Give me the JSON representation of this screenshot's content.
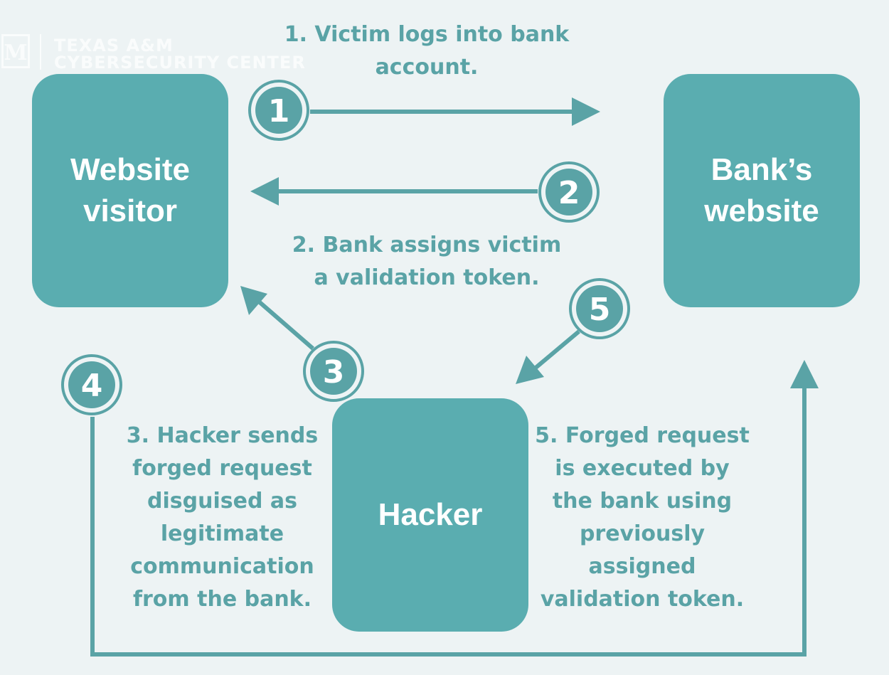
{
  "watermark": {
    "logo": "M",
    "line1": "TEXAS A&M",
    "line2": "CYBERSECURITY CENTER"
  },
  "nodes": {
    "visitor": {
      "line1": "Website",
      "line2": "visitor"
    },
    "bank": {
      "line1": "Bank’s",
      "line2": "website"
    },
    "hacker": {
      "line1": "Hacker"
    }
  },
  "steps": {
    "step1": {
      "number": "1",
      "lines": [
        "1. Victim logs into bank",
        "account."
      ]
    },
    "step2": {
      "number": "2",
      "lines": [
        "2. Bank assigns victim",
        "a validation token."
      ]
    },
    "step3": {
      "number": "3",
      "lines": [
        "3. Hacker sends",
        "forged request",
        "disguised as",
        "legitimate",
        "communication",
        "from the bank."
      ]
    },
    "step4": {
      "number": "4"
    },
    "step5": {
      "number": "5",
      "lines": [
        "5. Forged request",
        "is executed by",
        "the bank using",
        "previously",
        "assigned",
        "validation token."
      ]
    }
  },
  "colors": {
    "box": "#5aadb0",
    "arrow": "#5aa3a6",
    "text": "#5aa3a6",
    "background": "#edf3f4"
  }
}
